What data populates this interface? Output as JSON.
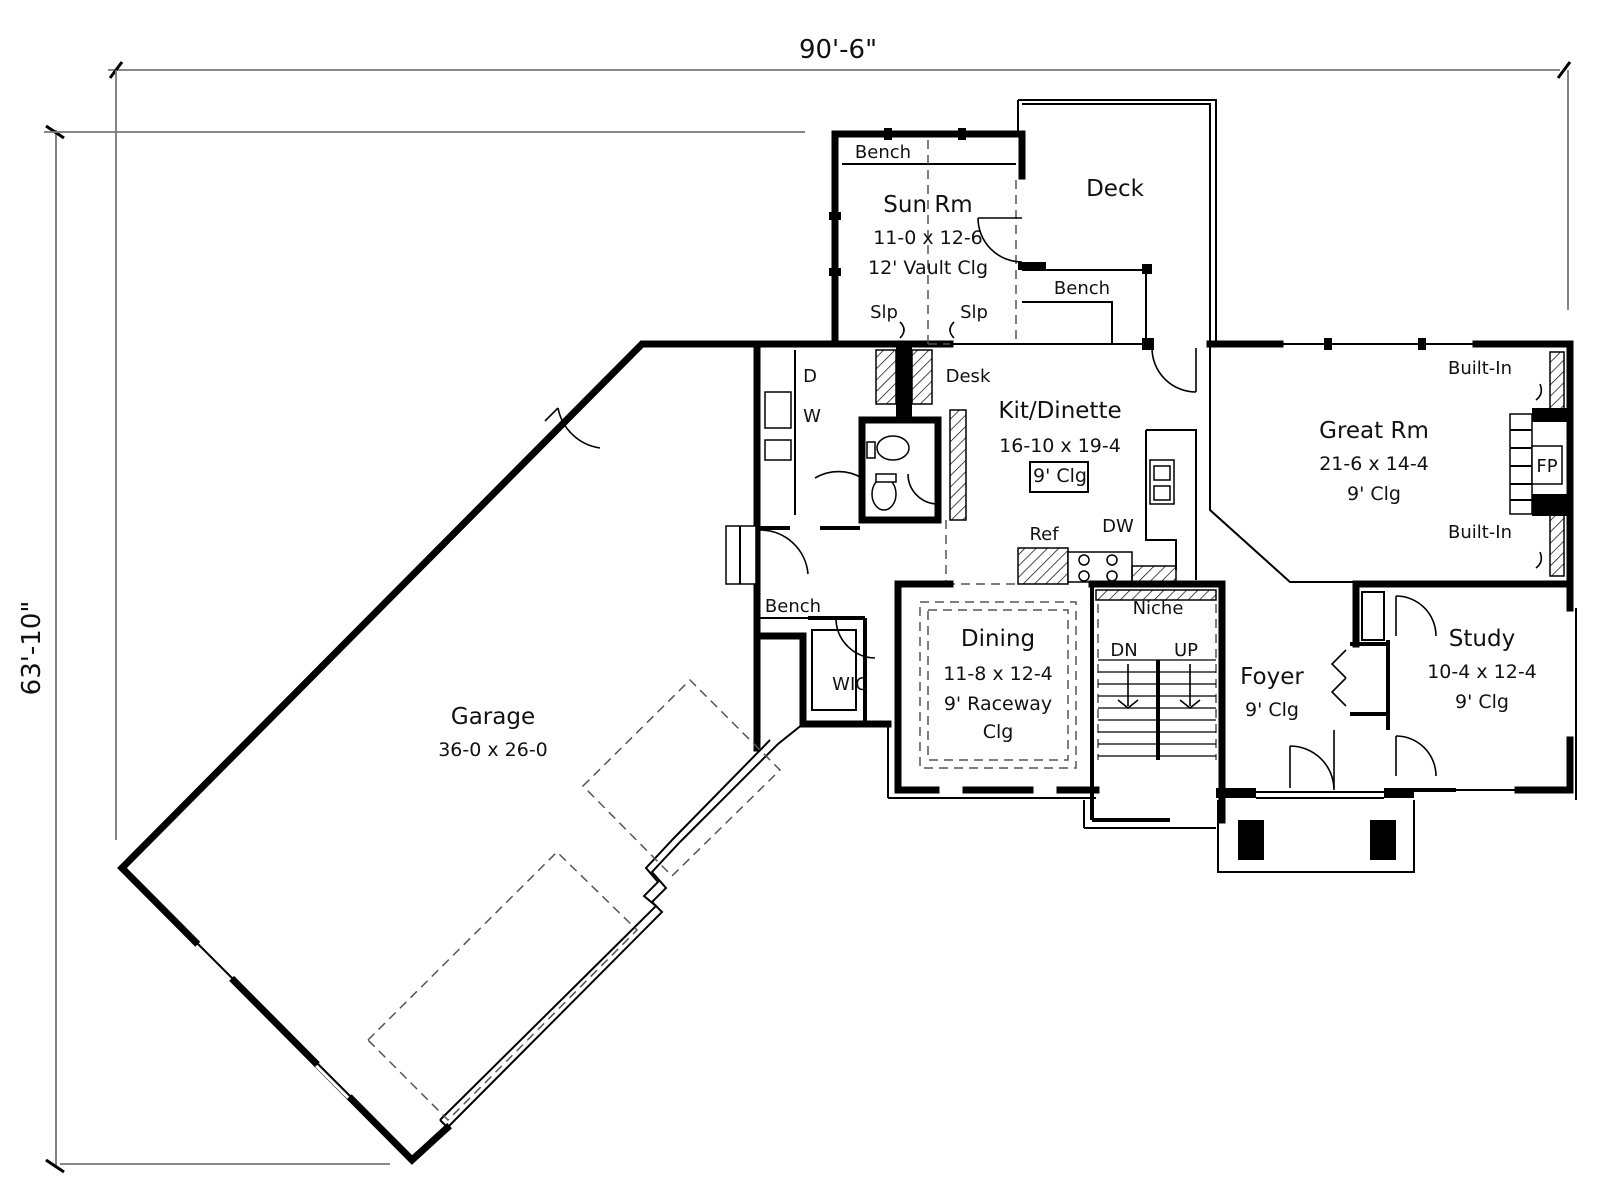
{
  "dimensions": {
    "width": "90'-6\"",
    "depth": "63'-10\""
  },
  "rooms": {
    "sun_room": {
      "name": "Sun Rm",
      "size": "11-0 x 12-6",
      "note": "12' Vault Clg"
    },
    "deck": {
      "name": "Deck"
    },
    "kitchen": {
      "name": "Kit/Dinette",
      "size": "16-10 x 19-4",
      "note": "9' Clg"
    },
    "great_room": {
      "name": "Great Rm",
      "size": "21-6 x 14-4",
      "note": "9' Clg"
    },
    "dining": {
      "name": "Dining",
      "size": "11-8 x 12-4",
      "note": "9' Raceway",
      "note2": "Clg"
    },
    "foyer": {
      "name": "Foyer",
      "note": "9' Clg"
    },
    "study": {
      "name": "Study",
      "size": "10-4 x 12-4",
      "note": "9' Clg"
    },
    "garage": {
      "name": "Garage",
      "size": "36-0 x 26-0"
    }
  },
  "labels": {
    "bench_sun": "Bench",
    "bench_deck": "Bench",
    "bench_mud": "Bench",
    "slp_left": "Slp",
    "slp_right": "Slp",
    "desk": "Desk",
    "dryer": "D",
    "washer": "W",
    "ref": "Ref",
    "dw": "DW",
    "niche": "Niche",
    "stairs_down": "DN",
    "stairs_up": "UP",
    "wic": "WIC",
    "builtin_top": "Built-In",
    "builtin_bottom": "Built-In",
    "fireplace": "FP"
  }
}
